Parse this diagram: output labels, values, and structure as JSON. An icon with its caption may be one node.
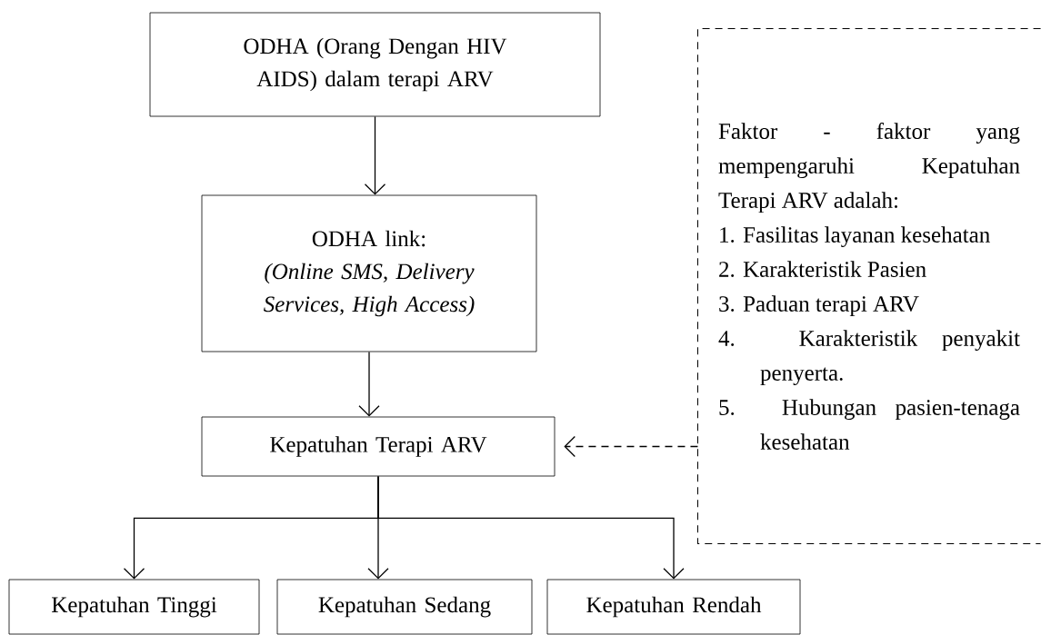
{
  "diagram": {
    "nodes": [
      {
        "text": [
          "ODHA (Orang Dengan HIV AIDS) dalam terapi ARV"
        ]
      },
      {
        "text": [
          "ODHA link:",
          "(Online SMS, Delivery Services, High Access)"
        ]
      },
      {
        "text": [
          "Kepatuhan Terapi ARV"
        ]
      },
      {
        "text": [
          "Faktor - faktor yang mempengaruhi Kepatuhan Terapi ARV adalah:",
          "1. Fasilitas layanan kesehatan",
          "2. Karakteristik Pasien",
          "3. Paduan terapi ARV",
          "4. Karakteristik penyakit penyerta.",
          "5. Hubungan pasien-tenaga kesehatan"
        ]
      },
      {
        "text": [
          "Kepatuhan Tinggi"
        ]
      },
      {
        "text": [
          "Kepatuhan Sedang"
        ]
      },
      {
        "text": [
          "Kepatuhan Rendah"
        ]
      }
    ],
    "edges": [
      {
        "from": 0,
        "to": 1,
        "arrow": "to"
      },
      {
        "from": 1,
        "to": 2,
        "arrow": "to"
      },
      {
        "from": 3,
        "to": 2,
        "arrow": "to",
        "style": "dashed"
      },
      {
        "from": 2,
        "to": 4,
        "arrow": "to"
      },
      {
        "from": 2,
        "to": 5,
        "arrow": "to"
      },
      {
        "from": 2,
        "to": 6,
        "arrow": "to"
      }
    ]
  }
}
